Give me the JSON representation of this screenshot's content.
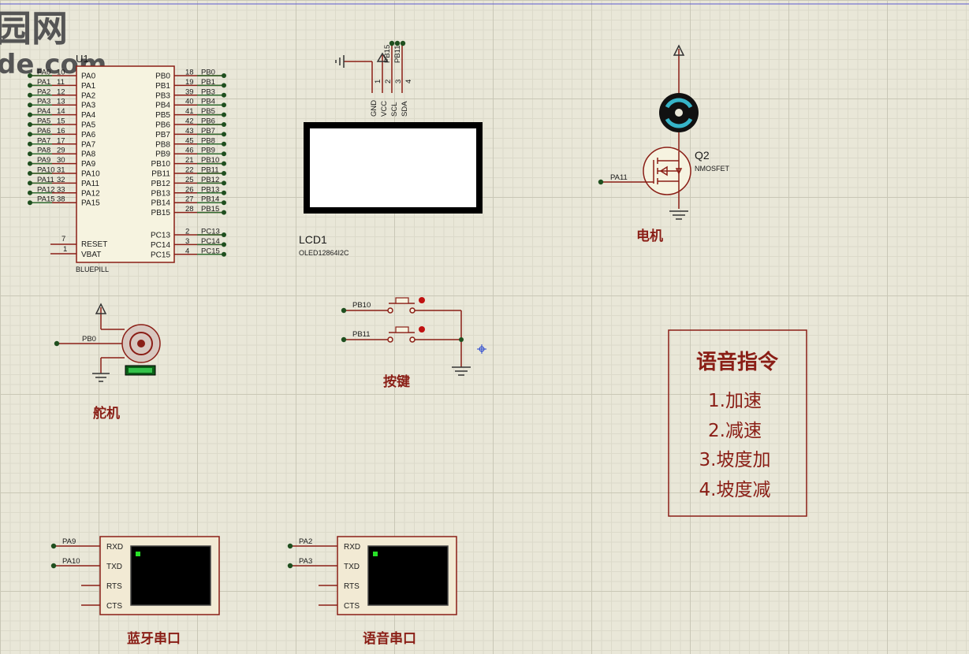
{
  "watermark": {
    "line1": "园网",
    "line2": "de.com"
  },
  "mcu": {
    "ref": "U1",
    "part": "BLUEPILL",
    "left_pins": [
      {
        "net": "PA0",
        "num": "10",
        "name": "PA0"
      },
      {
        "net": "PA1",
        "num": "11",
        "name": "PA1"
      },
      {
        "net": "PA2",
        "num": "12",
        "name": "PA2"
      },
      {
        "net": "PA3",
        "num": "13",
        "name": "PA3"
      },
      {
        "net": "PA4",
        "num": "14",
        "name": "PA4"
      },
      {
        "net": "PA5",
        "num": "15",
        "name": "PA5"
      },
      {
        "net": "PA6",
        "num": "16",
        "name": "PA6"
      },
      {
        "net": "PA7",
        "num": "17",
        "name": "PA7"
      },
      {
        "net": "PA8",
        "num": "29",
        "name": "PA8"
      },
      {
        "net": "PA9",
        "num": "30",
        "name": "PA9"
      },
      {
        "net": "PA10",
        "num": "31",
        "name": "PA10"
      },
      {
        "net": "PA11",
        "num": "32",
        "name": "PA11"
      },
      {
        "net": "PA12",
        "num": "33",
        "name": "PA12"
      },
      {
        "net": "PA15",
        "num": "38",
        "name": "PA15"
      }
    ],
    "right_pins": [
      {
        "net": "PB0",
        "num": "18",
        "name": "PB0"
      },
      {
        "net": "PB1",
        "num": "19",
        "name": "PB1"
      },
      {
        "net": "PB3",
        "num": "39",
        "name": "PB3"
      },
      {
        "net": "PB4",
        "num": "40",
        "name": "PB4"
      },
      {
        "net": "PB5",
        "num": "41",
        "name": "PB5"
      },
      {
        "net": "PB6",
        "num": "42",
        "name": "PB6"
      },
      {
        "net": "PB7",
        "num": "43",
        "name": "PB7"
      },
      {
        "net": "PB8",
        "num": "45",
        "name": "PB8"
      },
      {
        "net": "PB9",
        "num": "46",
        "name": "PB9"
      },
      {
        "net": "PB10",
        "num": "21",
        "name": "PB10"
      },
      {
        "net": "PB11",
        "num": "22",
        "name": "PB11"
      },
      {
        "net": "PB12",
        "num": "25",
        "name": "PB12"
      },
      {
        "net": "PB13",
        "num": "26",
        "name": "PB13"
      },
      {
        "net": "PB14",
        "num": "27",
        "name": "PB14"
      },
      {
        "net": "PB15",
        "num": "28",
        "name": "PB15"
      }
    ],
    "right_pins_c": [
      {
        "net": "PC13",
        "num": "2",
        "name": "PC13"
      },
      {
        "net": "PC14",
        "num": "3",
        "name": "PC14"
      },
      {
        "net": "PC15",
        "num": "4",
        "name": "PC15"
      }
    ],
    "reset": {
      "num": "7",
      "name": "RESET"
    },
    "vbat": {
      "num": "1",
      "name": "VBAT"
    }
  },
  "oled": {
    "ref": "LCD1",
    "part": "OLED12864I2C",
    "pins": [
      {
        "name": "GND",
        "num": "1"
      },
      {
        "name": "VCC",
        "num": "2"
      },
      {
        "name": "SCL",
        "num": "3"
      },
      {
        "name": "SDA",
        "num": "4"
      }
    ],
    "nets": [
      "PB15",
      "PB11"
    ]
  },
  "motor": {
    "ref": "Q2",
    "part": "NMOSFET",
    "gate_net": "PA11",
    "caption": "电机"
  },
  "servo": {
    "net": "PB0",
    "caption": "舵机"
  },
  "buttons": {
    "nets": [
      "PB10",
      "PB11"
    ],
    "caption": "按键"
  },
  "commands": {
    "title": "语音指令",
    "items": [
      "1.加速",
      "2.减速",
      "3.坡度加",
      "4.坡度减"
    ]
  },
  "uart1": {
    "caption": "蓝牙串口",
    "nets": [
      "PA9",
      "PA10"
    ],
    "pins": [
      "RXD",
      "TXD",
      "RTS",
      "CTS"
    ]
  },
  "uart2": {
    "caption": "语音串口",
    "nets": [
      "PA2",
      "PA3"
    ],
    "pins": [
      "RXD",
      "TXD",
      "RTS",
      "CTS"
    ]
  },
  "colors": {
    "wire": "#2f6b2f",
    "body": "#8a1e16",
    "fill": "#f6f3e0",
    "pin_dot": "#1f4f1f"
  }
}
